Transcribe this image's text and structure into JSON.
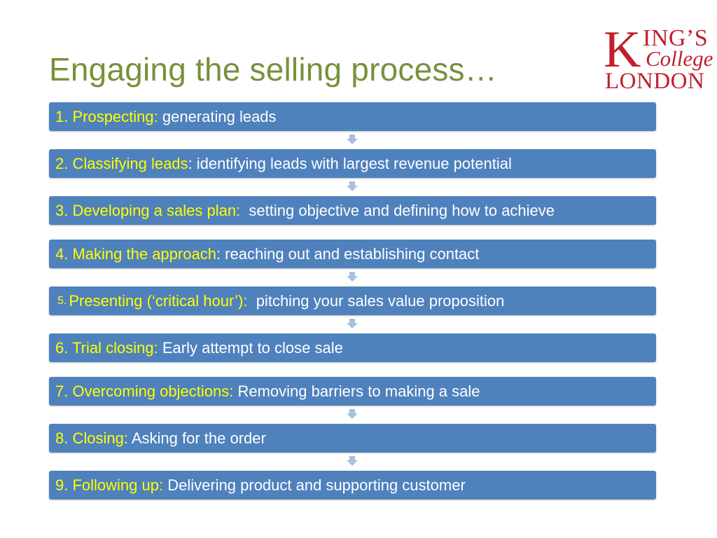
{
  "title": "Engaging the selling process…",
  "logo": {
    "line1_initial": "K",
    "line1_rest": "ING’S",
    "line2": "College",
    "line3": "LONDON"
  },
  "colors": {
    "box": "#4f81bd",
    "highlight": "#ffff00",
    "text": "#ffffff",
    "title": "#76923c",
    "arrow": "#a9bfdc",
    "logo": "#c0202e"
  },
  "steps": [
    {
      "label": "1. Prospecting:",
      "desc": " generating leads"
    },
    {
      "label": "2. Classifying leads",
      "desc": ": identifying leads with largest revenue potential"
    },
    {
      "label": "3. Developing a sales plan:",
      "desc": "  setting objective and defining how to achieve"
    },
    {
      "label": "4. Making the approach",
      "desc": ": reaching out and establishing contact"
    },
    {
      "num": "5.",
      "label": "Presenting (‘critical hour’):",
      "desc": "  pitching your sales value proposition"
    },
    {
      "label": "6. Trial closing:",
      "desc": " Early attempt to close sale"
    },
    {
      "label": "7. Overcoming objections:",
      "desc": " Removing barriers to making a sale"
    },
    {
      "label": "8. Closing:",
      "desc": " Asking for the order"
    },
    {
      "label": "9. Following up:",
      "desc": " Delivering product and supporting customer"
    }
  ]
}
